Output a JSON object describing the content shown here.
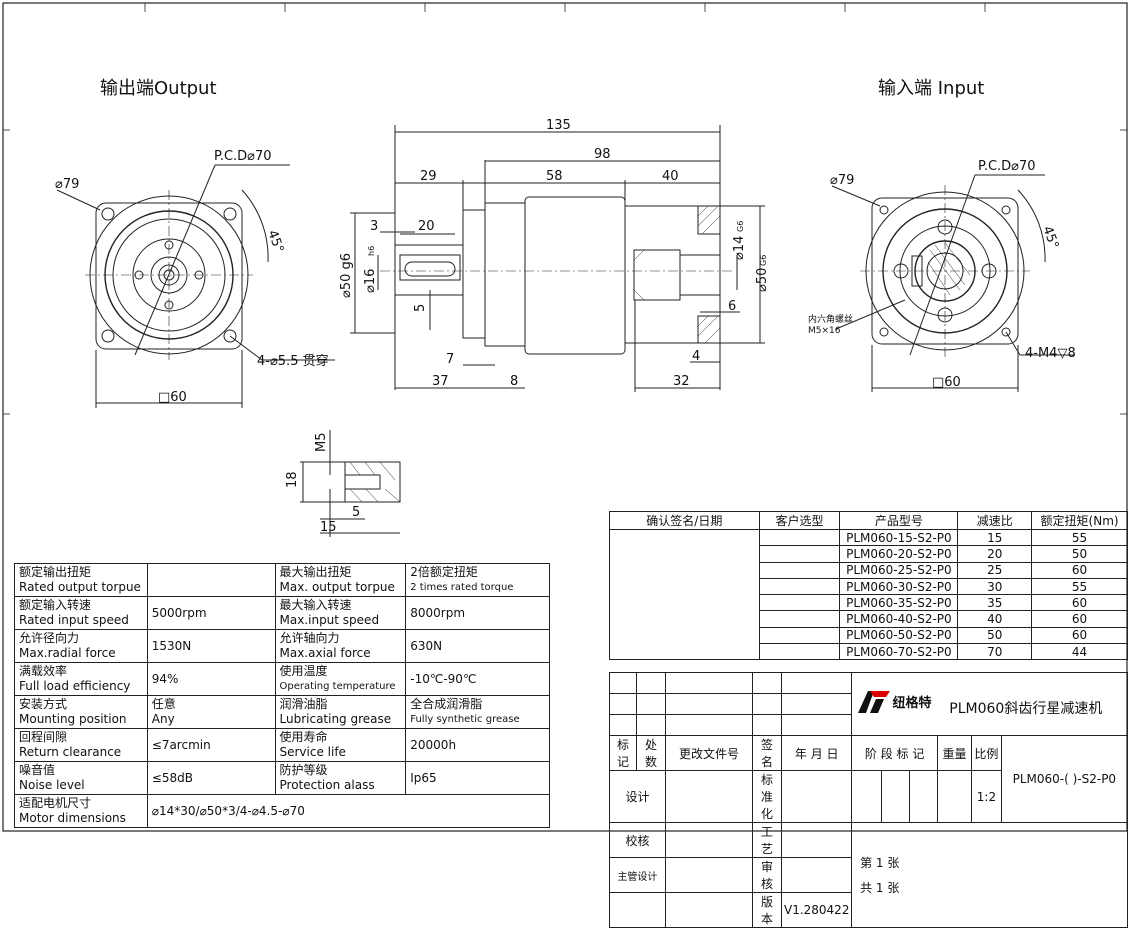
{
  "views": {
    "output_title": "输出端Output",
    "input_title": "输入端 Input"
  },
  "dims": {
    "pcd_out": "P.C.D⌀70",
    "phi79_out": "⌀79",
    "angle_out": "45°",
    "holes_out": "4-⌀5.5  贯穿",
    "square_out": "□60",
    "d135": "135",
    "d98": "98",
    "d29": "29",
    "d58": "58",
    "d40": "40",
    "d3": "3",
    "d20": "20",
    "d50g6": "⌀50 g6",
    "d16h6": "⌀16",
    "h6": "h6",
    "d5": "5",
    "d7": "7",
    "d37": "37",
    "d8": "8",
    "d14g6": "⌀14",
    "g6a": "G6",
    "d50G6": "⌀50",
    "g6b": "G6",
    "d6": "6",
    "d4": "4",
    "d32": "32",
    "pcd_in": "P.C.D⌀70",
    "phi79_in": "⌀79",
    "angle_in": "45°",
    "screw_cn": "内六角螺丝",
    "screw_spec": "M5×16",
    "holes_in": "4-M4▽8",
    "square_in": "□60",
    "m5": "M5",
    "d18": "18",
    "d5b": "5",
    "d15": "15"
  },
  "spec_table": [
    [
      "额定输出扭矩",
      "Rated  output torpue",
      "",
      "最大输出扭矩",
      "Max. output torpue",
      "2倍额定扭矩",
      "2 times rated torque"
    ],
    [
      "额定输入转速",
      "Rated  input speed",
      "5000rpm",
      "最大输入转速",
      "Max.input speed",
      "8000rpm",
      ""
    ],
    [
      "允许径向力",
      "Max.radial force",
      "1530N",
      "允许轴向力",
      "Max.axial force",
      "630N",
      ""
    ],
    [
      "满载效率",
      "Full load efficiency",
      "94%",
      "使用温度",
      "Operating temperature",
      "-10℃-90℃",
      ""
    ],
    [
      "安装方式",
      "Mounting position",
      "任意\nAny",
      "润滑油脂",
      "Lubricating grease",
      "全合成润滑脂",
      "Fully synthetic grease"
    ],
    [
      "回程间隙",
      "Return clearance",
      "≤7arcmin",
      "使用寿命",
      "Service life",
      "20000h",
      ""
    ],
    [
      "噪音值",
      "Noise level",
      "≤58dB",
      "防护等级",
      "Protection alass",
      "Ip65",
      ""
    ]
  ],
  "motor_row": {
    "cn": "适配电机尺寸",
    "en": "Motor dimensions",
    "value": "⌀14*30/⌀50*3/4-⌀4.5-⌀70"
  },
  "models": {
    "headers": [
      "确认签名/日期",
      "客户选型",
      "产品型号",
      "减速比",
      "额定扭矩(Nm)"
    ],
    "rows": [
      [
        "PLM060-15-S2-P0",
        "15",
        "55"
      ],
      [
        "PLM060-20-S2-P0",
        "20",
        "50"
      ],
      [
        "PLM060-25-S2-P0",
        "25",
        "60"
      ],
      [
        "PLM060-30-S2-P0",
        "30",
        "55"
      ],
      [
        "PLM060-35-S2-P0",
        "35",
        "60"
      ],
      [
        "PLM060-40-S2-P0",
        "40",
        "60"
      ],
      [
        "PLM060-50-S2-P0",
        "50",
        "60"
      ],
      [
        "PLM060-70-S2-P0",
        "70",
        "44"
      ]
    ]
  },
  "title_block": {
    "brand": "纽格特",
    "product_title": "PLM060斜齿行星减速机",
    "h_mark": "标记",
    "h_count": "处数",
    "h_doc": "更改文件号",
    "h_sign": "签名",
    "h_date": "年 月 日",
    "design": "设计",
    "standard": "标准化",
    "check": "校核",
    "process": "工艺",
    "chief": "主管设计",
    "review": "审核",
    "version_label": "版本",
    "version": "V1.280422",
    "stage": "阶 段 标 记",
    "weight": "重量",
    "scale_label": "比例",
    "scale": "1:2",
    "part_no": "PLM060-( )-S2-P0",
    "sheet_no": "第 1 张",
    "sheet_total": "共 1 张"
  }
}
